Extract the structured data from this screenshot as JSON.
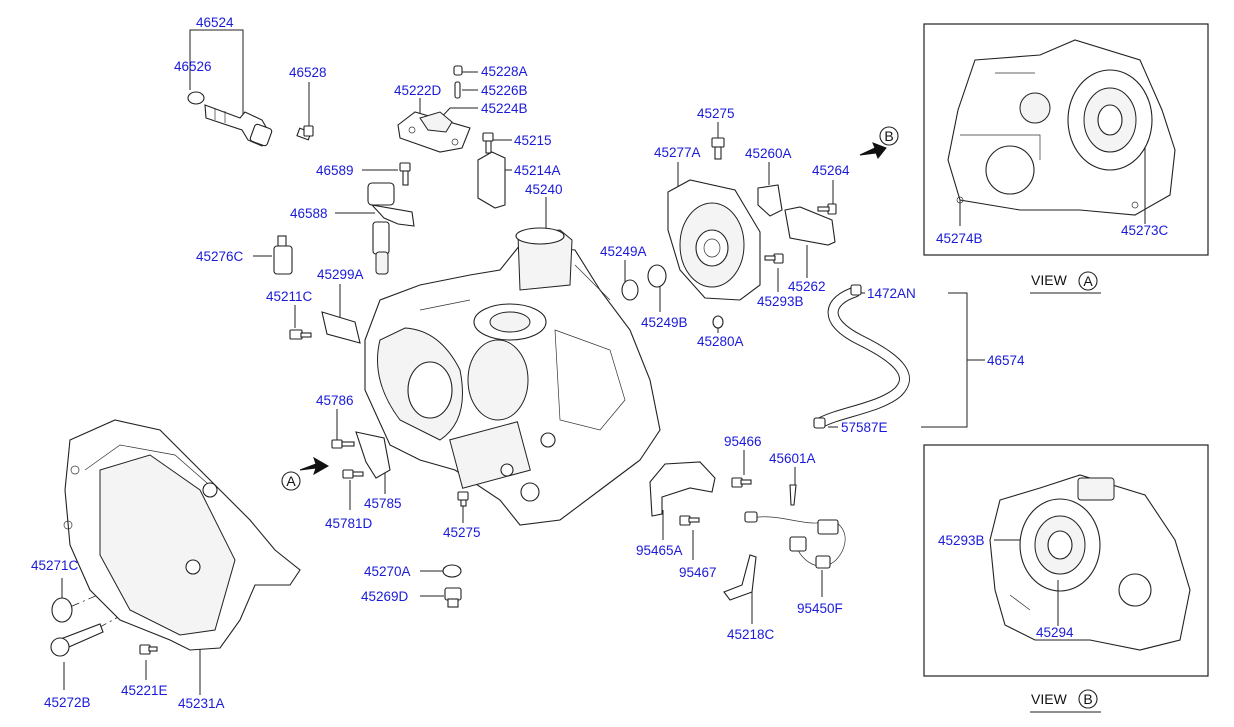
{
  "labels": {
    "p46524": "46524",
    "p46526": "46526",
    "p46528": "46528",
    "p45228A": "45228A",
    "p45226B": "45226B",
    "p45222D": "45222D",
    "p45224B": "45224B",
    "p45215": "45215",
    "p45214A": "45214A",
    "p46589": "46589",
    "p46588": "46588",
    "p45240": "45240",
    "p45276C": "45276C",
    "p45299A": "45299A",
    "p45211C": "45211C",
    "p45275_top": "45275",
    "p45277A": "45277A",
    "p45260A": "45260A",
    "p45264": "45264",
    "p45249A": "45249A",
    "p45249B": "45249B",
    "p45280A": "45280A",
    "p45262": "45262",
    "p45293B": "45293B",
    "p1472AN": "1472AN",
    "p46574": "46574",
    "p57587E": "57587E",
    "p45786": "45786",
    "p45785": "45785",
    "p45781D": "45781D",
    "p45275_bottom": "45275",
    "p95466": "95466",
    "p45601A": "45601A",
    "p95465A": "95465A",
    "p95467": "95467",
    "p95450F": "95450F",
    "p45218C": "45218C",
    "p45270A": "45270A",
    "p45269D": "45269D",
    "p45271C": "45271C",
    "p45272B": "45272B",
    "p45221E": "45221E",
    "p45231A": "45231A",
    "p45274B": "45274B",
    "p45273C": "45273C",
    "p45293B_view": "45293B",
    "p45294": "45294"
  },
  "markers": {
    "view_a": "A",
    "view_b": "B"
  },
  "views": {
    "view_a_title": "VIEW",
    "view_b_title": "VIEW"
  }
}
